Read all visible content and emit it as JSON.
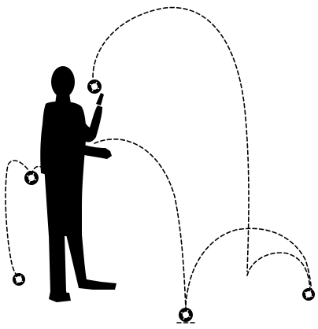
{
  "illustration": {
    "subject": "person-silhouette",
    "object": "ball",
    "background_color": "#ffffff",
    "ink_color": "#000000",
    "path_style": "dashed"
  }
}
